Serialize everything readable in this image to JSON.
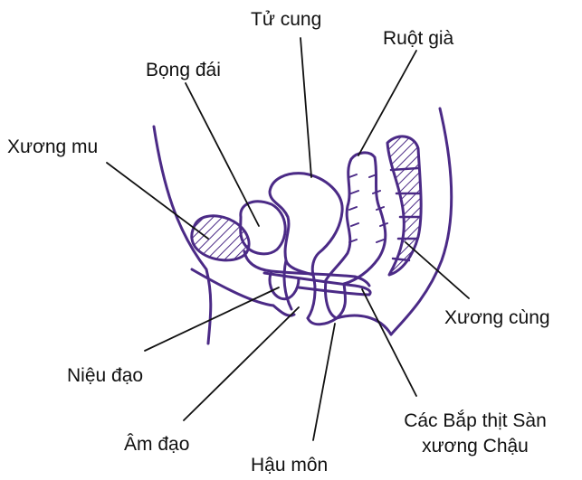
{
  "labels": {
    "tu_cung": "Tử cung",
    "ruot_gia": "Ruột già",
    "bong_dai": "Bọng đái",
    "xuong_mu": "Xương mu",
    "xuong_cung": "Xương cùng",
    "nieu_dao": "Niệu đạo",
    "am_dao": "Âm đạo",
    "hau_mon": "Hậu môn",
    "co_san_chau_line1": "Các Bắp thịt Sàn",
    "co_san_chau_line2": "xương Chậu"
  },
  "colors": {
    "anatomy_stroke": "#4b2a86",
    "leader_line": "#111111",
    "text": "#111111",
    "background": "#ffffff"
  }
}
